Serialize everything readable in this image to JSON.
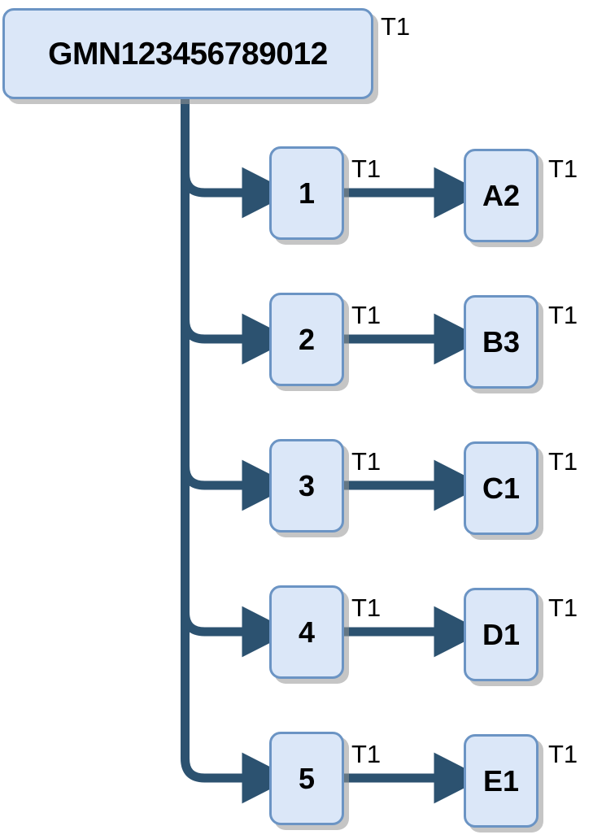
{
  "diagram": {
    "type": "hierarchy-flow",
    "title_node": {
      "label": "GMN123456789012",
      "edge_label": "T1"
    },
    "style": {
      "node_fill": "#dbe7f8",
      "node_border": "#6b94c4",
      "connector": "#2c5270",
      "shadow": "#9a9a9a",
      "text": "#000000",
      "background": "#ffffff"
    },
    "rows": [
      {
        "level1": "1",
        "level1_label": "T1",
        "level2": "A2",
        "level2_label": "T1"
      },
      {
        "level1": "2",
        "level1_label": "T1",
        "level2": "B3",
        "level2_label": "T1"
      },
      {
        "level1": "3",
        "level1_label": "T1",
        "level2": "C1",
        "level2_label": "T1"
      },
      {
        "level1": "4",
        "level1_label": "T1",
        "level2": "D1",
        "level2_label": "T1"
      },
      {
        "level1": "5",
        "level1_label": "T1",
        "level2": "E1",
        "level2_label": "T1"
      }
    ]
  }
}
